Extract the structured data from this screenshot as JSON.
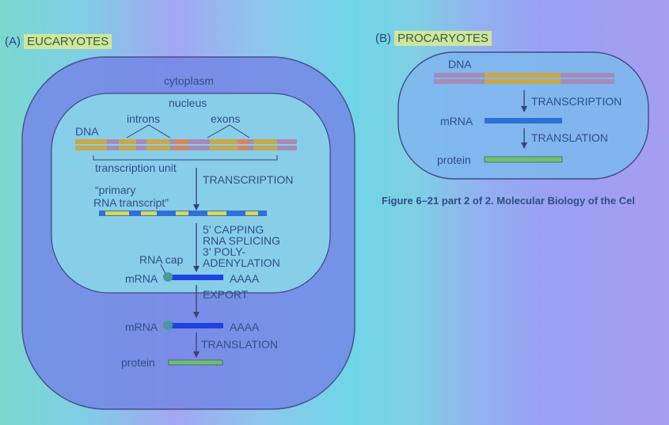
{
  "panel_a": {
    "label": "(A)",
    "title": "EUCARYOTES",
    "cytoplasm": "cytoplasm",
    "nucleus": "nucleus",
    "introns": "introns",
    "exons": "exons",
    "dna": "DNA",
    "transcription_unit": "transcription unit",
    "primary_line1": "“primary",
    "primary_line2": "RNA transcript”",
    "transcription": "TRANSCRIPTION",
    "processing_line1": "5’ CAPPING",
    "processing_line2": "RNA SPLICING",
    "processing_line3": "3’ POLY-",
    "processing_line4": "ADENYLATION",
    "rna_cap": "RNA cap",
    "mrna_nuclear": "mRNA",
    "polya_nuclear": "AAAA",
    "export": "EXPORT",
    "mrna_cyto": "mRNA",
    "polya_cyto": "AAAA",
    "translation": "TRANSLATION",
    "protein": "protein"
  },
  "panel_b": {
    "label": "(B)",
    "title": "PROCARYOTES",
    "dna": "DNA",
    "transcription": "TRANSCRIPTION",
    "mrna": "mRNA",
    "translation": "TRANSLATION",
    "protein": "protein"
  },
  "caption": "Figure 6–21 part 2 of 2. Molecular Biology of the Cel",
  "colors": {
    "cell_fill": "#6f86e6",
    "nucleus_fill": "#89d4ea",
    "outline": "#3a3f7a",
    "dna_gold": "#c9a84a",
    "dna_purple": "#a68ab8",
    "intron_orange": "#d9855a",
    "rna_blue": "#2f6fd8",
    "rna_yellow": "#d9d94a",
    "mrna_blue": "#1e44e0",
    "cap_teal": "#4b9a9a",
    "protein_green": "#6cc06a",
    "arrow": "#3a3f7a"
  }
}
